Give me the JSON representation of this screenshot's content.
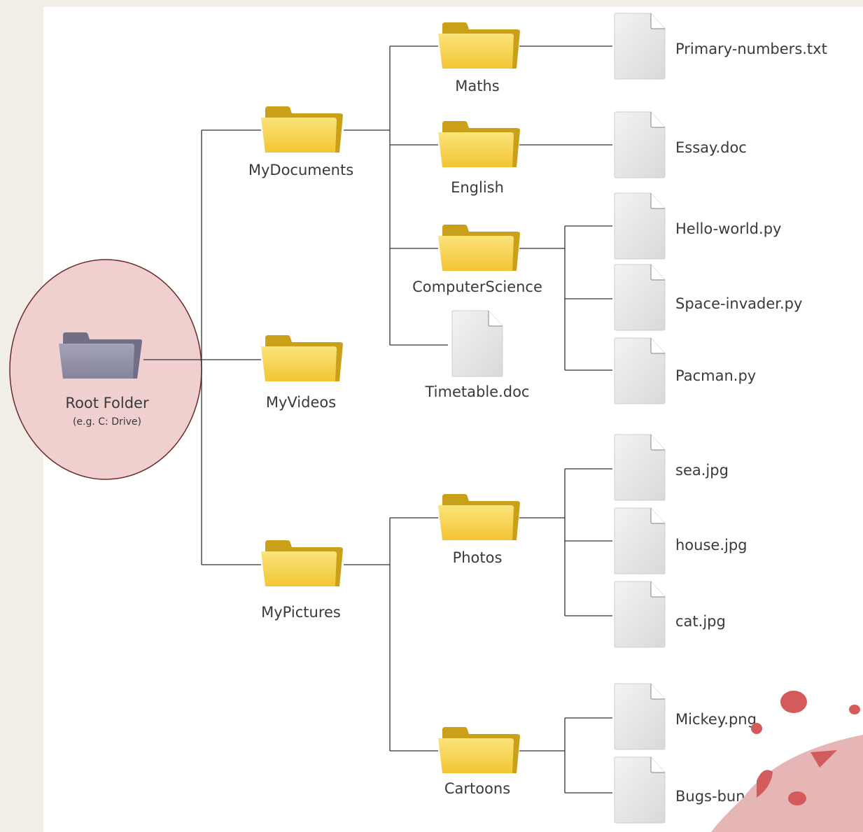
{
  "colors": {
    "background": "#f1eee8",
    "panel": "#ffffff",
    "line": "#333333",
    "folder": "#f6cf44",
    "root_folder": "#8f8ea6",
    "file": "#e4e4e4",
    "root_highlight": "#f0cfcf",
    "root_highlight_border": "#6b2a2a",
    "decor_blobs": "#d45b5b",
    "decor_circle": "#e6b6b6"
  },
  "root": {
    "label": "Root Folder",
    "sublabel": "(e.g. C: Drive)",
    "icon": "folder-icon"
  },
  "folders": {
    "mydocuments": "MyDocuments",
    "myvideos": "MyVideos",
    "mypictures": "MyPictures",
    "maths": "Maths",
    "english": "English",
    "computerscience": "ComputerScience",
    "photos": "Photos",
    "cartoons": "Cartoons"
  },
  "files": {
    "timetable": "Timetable.doc",
    "primary_numbers": "Primary-numbers.txt",
    "essay": "Essay.doc",
    "hello_world": "Hello-world.py",
    "space_invader": "Space-invader.py",
    "pacman": "Pacman.py",
    "sea": "sea.jpg",
    "house": "house.jpg",
    "cat": "cat.jpg",
    "mickey": "Mickey.png",
    "bugs_bunny": "Bugs-bunny"
  }
}
